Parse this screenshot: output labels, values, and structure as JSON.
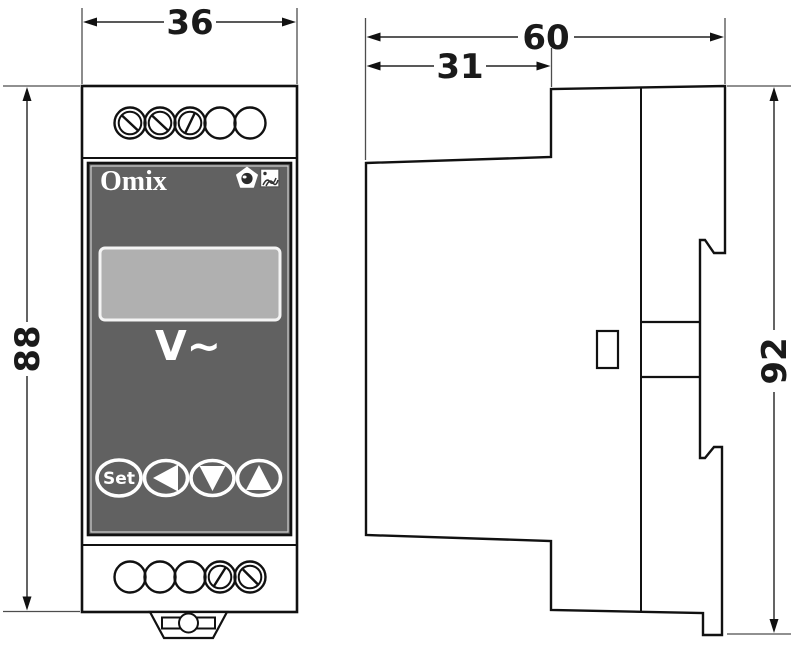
{
  "drawing": {
    "type": "technical-dimension-drawing",
    "views": {
      "front": {
        "dim_width_mm": "36",
        "dim_height_mm": "88",
        "brand": "Omix",
        "unit_label": "V~",
        "set_button_label": "Set",
        "button_icons": [
          "left-arrow",
          "down-arrow",
          "up-arrow"
        ],
        "top_terminal_count": 5,
        "bottom_terminal_count": 5,
        "panel_icons": [
          "eye-pentagon",
          "protection-square"
        ]
      },
      "side": {
        "dim_width_mm": "60",
        "dim_front_depth_mm": "31",
        "dim_height_mm": "92"
      }
    },
    "colors": {
      "outline": "#111111",
      "panel_gray": "#616161",
      "display_gray": "#b0b0b0",
      "dim_line_gray": "#4d4d4d",
      "text_white": "#ffffff"
    }
  }
}
